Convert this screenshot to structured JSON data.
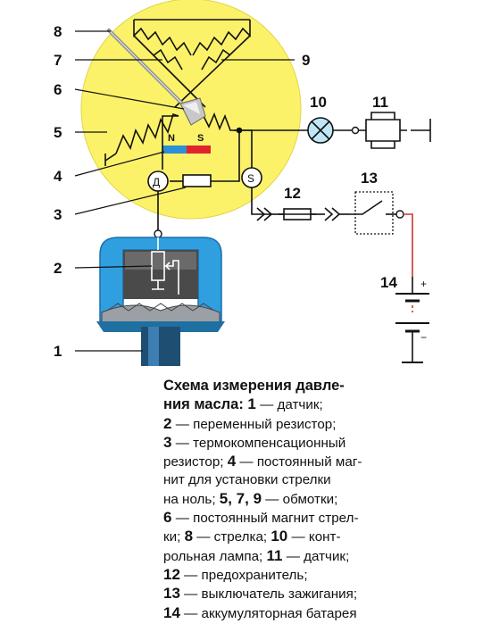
{
  "callouts": {
    "c1": "1",
    "c2": "2",
    "c3": "3",
    "c4": "4",
    "c5": "5",
    "c6": "6",
    "c7": "7",
    "c8": "8",
    "c9": "9",
    "c10": "10",
    "c11": "11",
    "c12": "12",
    "c13": "13",
    "c14": "14"
  },
  "nodes": {
    "sensor_node": "Д",
    "signal_node": "S",
    "pole_n": "N",
    "pole_s": "S",
    "battery_plus": "+",
    "battery_minus": "−"
  },
  "colors": {
    "dial": "#fbf26a",
    "coil": "#111111",
    "magnet_blue": "#2d8fd6",
    "magnet_red": "#e0242c",
    "housing": "#2f9fe0",
    "housing_inner": "#555555",
    "lamp": "#bfe6f6",
    "wire": "#111111",
    "red_wire": "#d0342c"
  },
  "legend": {
    "l1_t1": "Схема измерения давле-",
    "l2_t2": "ния масла: ",
    "l2_n1": "1",
    "l2_d1": " — датчик;",
    "l3_n2": "2",
    "l3_d2": " — переменный резистор;",
    "l4_n3": "3",
    "l4_d3": " — термокомпенсационный",
    "l5_d3b": "резистор; ",
    "l5_n4": "4",
    "l5_d4": " — постоянный маг-",
    "l6_d4b": "нит для установки стрелки",
    "l7_d4c": "на ноль; ",
    "l7_n579": "5, 7, 9",
    "l7_d579": " — обмотки;",
    "l8_n6": "6",
    "l8_d6": " — постоянный магнит стрел-",
    "l9_d6b": "ки; ",
    "l9_n8": "8",
    "l9_d8": " — стрелка; ",
    "l9_n10": "10",
    "l9_d10": " — конт-",
    "l10_d10b": "рольная лампа; ",
    "l10_n11": "11",
    "l10_d11": " — датчик;",
    "l11_n12": "12",
    "l11_d12": " — предохранитель;",
    "l12_n13": "13",
    "l12_d13": " — выключатель зажигания;",
    "l13_n14": "14",
    "l13_d14": " — аккумуляторная батарея"
  }
}
